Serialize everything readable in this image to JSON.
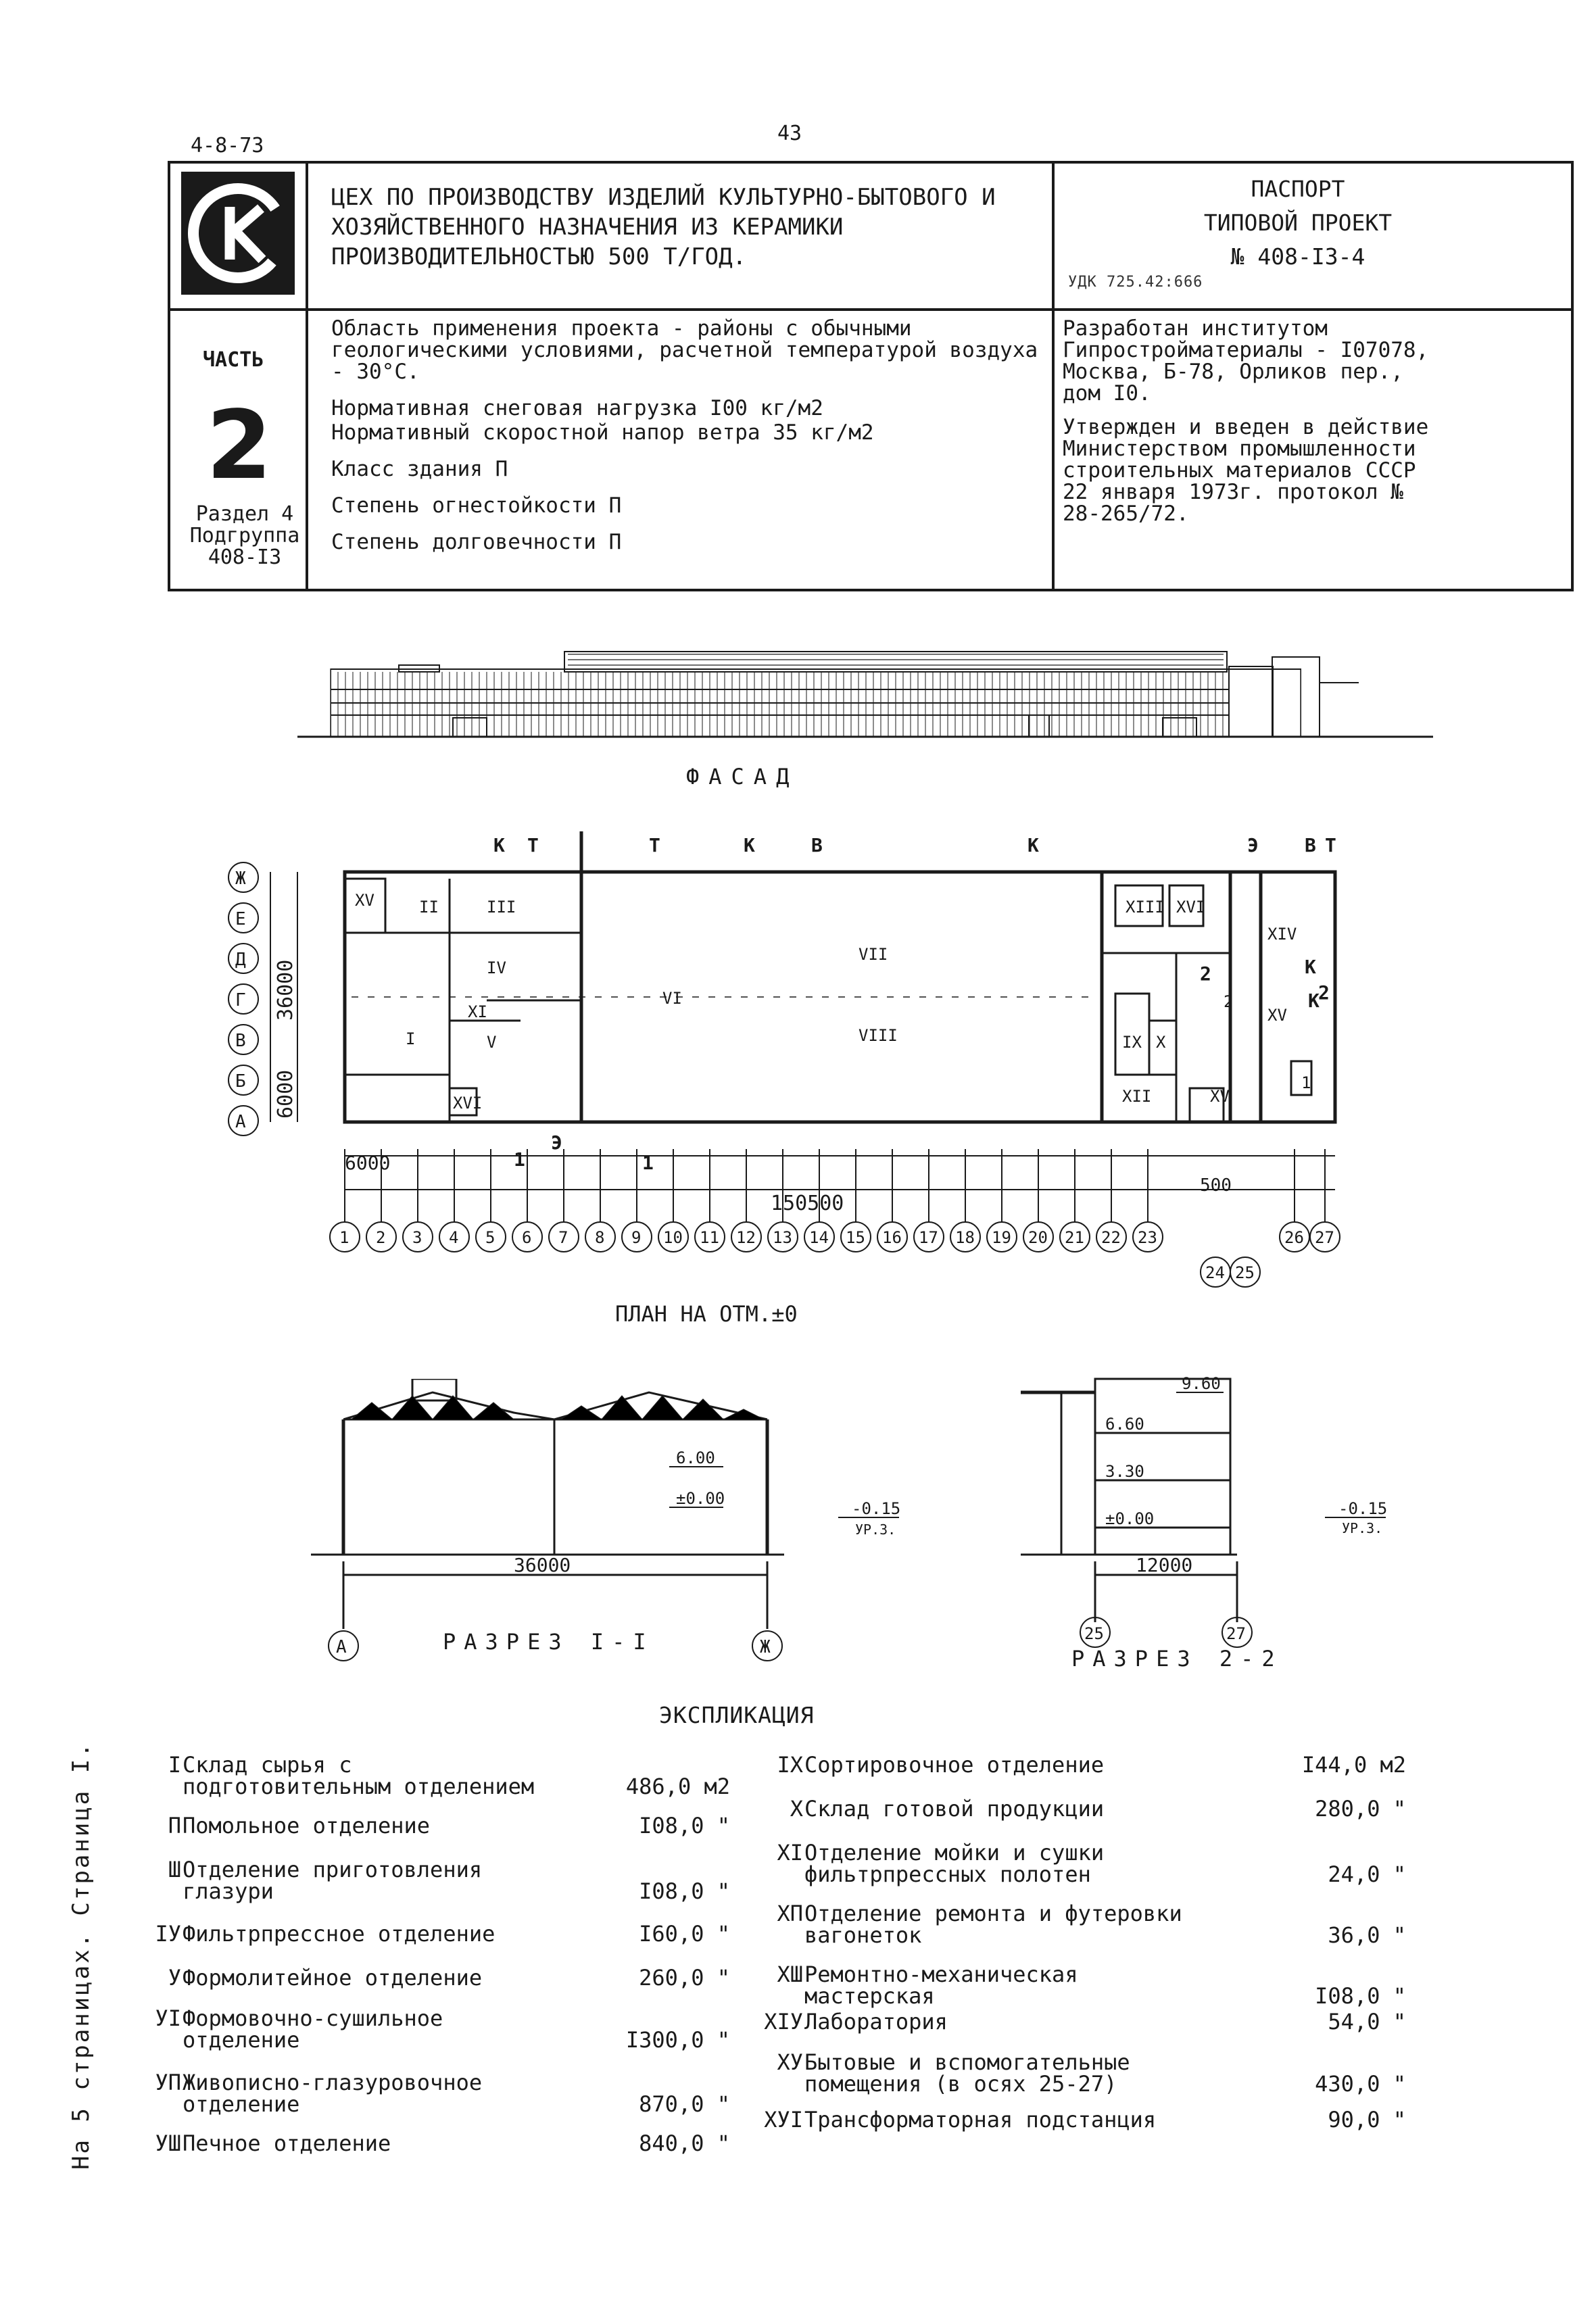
{
  "top": {
    "code": "4-8-73",
    "page_number": "43"
  },
  "header": {
    "logo": "СК",
    "title": "ЦЕХ ПО ПРОИЗВОДСТВУ ИЗДЕЛИЙ КУЛЬТУРНО-БЫТОВОГО И ХОЗЯЙСТВЕННОГО НАЗНАЧЕНИЯ ИЗ КЕРАМИКИ ПРОИЗВОДИТЕЛЬНОСТЬЮ 500 Т/ГОД.",
    "passport_line1": "ПАСПОРТ",
    "passport_line2": "ТИПОВОЙ ПРОЕКТ",
    "passport_line3": "№ 408-I3-4",
    "udk": "УДК 725.42:666",
    "part_label": "ЧАСТЬ",
    "part_number": "2",
    "section": "Раздел 4",
    "subgroup": "Подгруппа",
    "subgroup_code": "408-I3",
    "application": "Область применения проекта - районы с обычными геологическими условиями, расчетной температурой воздуха - 30°С.",
    "snow_load": "Нормативная снеговая нагрузка I00 кг/м2",
    "wind_load": "Нормативный скоростной напор ветра 35 кг/м2",
    "building_class": "Класс здания П",
    "fire_resistance": "Степень огнестойкости П",
    "durability": "Степень долговечности П",
    "developed_by": "Разработан институтом Гипростройматериалы - I07078, Москва, Б-78, Орликов пер., дом I0.",
    "approved_by": "Утвержден и введен в действие Министерством промышленности строительных материалов СССР 22 января 1973г. протокол № 28-265/72."
  },
  "drawings": {
    "facade_caption": "ФАСАД",
    "plan_caption": "ПЛАН НА ОТМ.±0",
    "section1_caption": "РАЗРЕЗ I-I",
    "section2_caption": "РАЗРЕЗ 2-2",
    "plan": {
      "row_axes": [
        "Ж",
        "Е",
        "Д",
        "Г",
        "В",
        "Б",
        "А"
      ],
      "column_axes": [
        "1",
        "2",
        "3",
        "4",
        "5",
        "6",
        "7",
        "8",
        "9",
        "10",
        "11",
        "12",
        "13",
        "14",
        "15",
        "16",
        "17",
        "18",
        "19",
        "20",
        "21",
        "22",
        "23",
        "24",
        "25",
        "26",
        "27"
      ],
      "dim_total_length": "150500",
      "dim_width": "36000",
      "dim_bay": "6000",
      "dim_end": "6000",
      "dim_small": "500",
      "rooms": [
        "XV",
        "II",
        "III",
        "IV",
        "XI",
        "I",
        "V",
        "XVI",
        "VI",
        "VII",
        "VIII",
        "XII",
        "IX",
        "X",
        "XV",
        "XIII",
        "XVI",
        "XIV",
        "XV",
        "1",
        "2"
      ],
      "section_marks": [
        "К",
        "К",
        "К",
        "К",
        "К",
        "Т",
        "Т",
        "Т",
        "В",
        "В",
        "Э",
        "Э",
        "1",
        "1",
        "2",
        "2"
      ]
    },
    "section1": {
      "dim_width": "36000",
      "level_top": "6.00",
      "level_zero": "±0.00",
      "level_ground": "-0.15",
      "ground_label": "УР.З.",
      "axis_left": "А",
      "axis_right": "Ж"
    },
    "section2": {
      "dim_width": "12000",
      "level_1": "9.60",
      "level_2": "6.60",
      "level_3": "3.30",
      "level_zero": "±0.00",
      "level_ground": "-0.15",
      "ground_label": "УР.З.",
      "axis_left": "25",
      "axis_right": "27"
    }
  },
  "explication": {
    "title": "ЭКСПЛИКАЦИЯ",
    "left": [
      {
        "num": "I",
        "name": "Склад сырья с подготовительным отделением",
        "area": "486,0 м2"
      },
      {
        "num": "П",
        "name": "Помольное отделение",
        "area": "I08,0 \""
      },
      {
        "num": "Ш",
        "name": "Отделение приготовления глазури",
        "area": "I08,0 \""
      },
      {
        "num": "IУ",
        "name": "Фильтрпрессное отделение",
        "area": "I60,0 \""
      },
      {
        "num": "У",
        "name": "Формолитейное отделение",
        "area": "260,0 \""
      },
      {
        "num": "УI",
        "name": "Формовочно-сушильное отделение",
        "area": "I300,0 \""
      },
      {
        "num": "УП",
        "name": "Живописно-глазуровочное отделение",
        "area": "870,0 \""
      },
      {
        "num": "УШ",
        "name": "Печное отделение",
        "area": "840,0 \""
      }
    ],
    "right": [
      {
        "num": "IX",
        "name": "Сортировочное отделение",
        "area": "I44,0 м2"
      },
      {
        "num": "X",
        "name": "Склад готовой продукции",
        "area": "280,0 \""
      },
      {
        "num": "XI",
        "name": "Отделение мойки и сушки фильтрпрессных полотен",
        "area": "24,0 \""
      },
      {
        "num": "XП",
        "name": "Отделение ремонта и футеровки вагонеток",
        "area": "36,0 \""
      },
      {
        "num": "XШ",
        "name": "Ремонтно-механическая мастерская",
        "area": "I08,0 \""
      },
      {
        "num": "XIУ",
        "name": "Лаборатория",
        "area": "54,0 \""
      },
      {
        "num": "XУ",
        "name": "Бытовые и вспомогательные помещения (в осях 25-27)",
        "area": "430,0 \""
      },
      {
        "num": "XУI",
        "name": "Трансформаторная подстанция",
        "area": "90,0 \""
      }
    ]
  },
  "side_note": "На 5 страницах. Страница I."
}
